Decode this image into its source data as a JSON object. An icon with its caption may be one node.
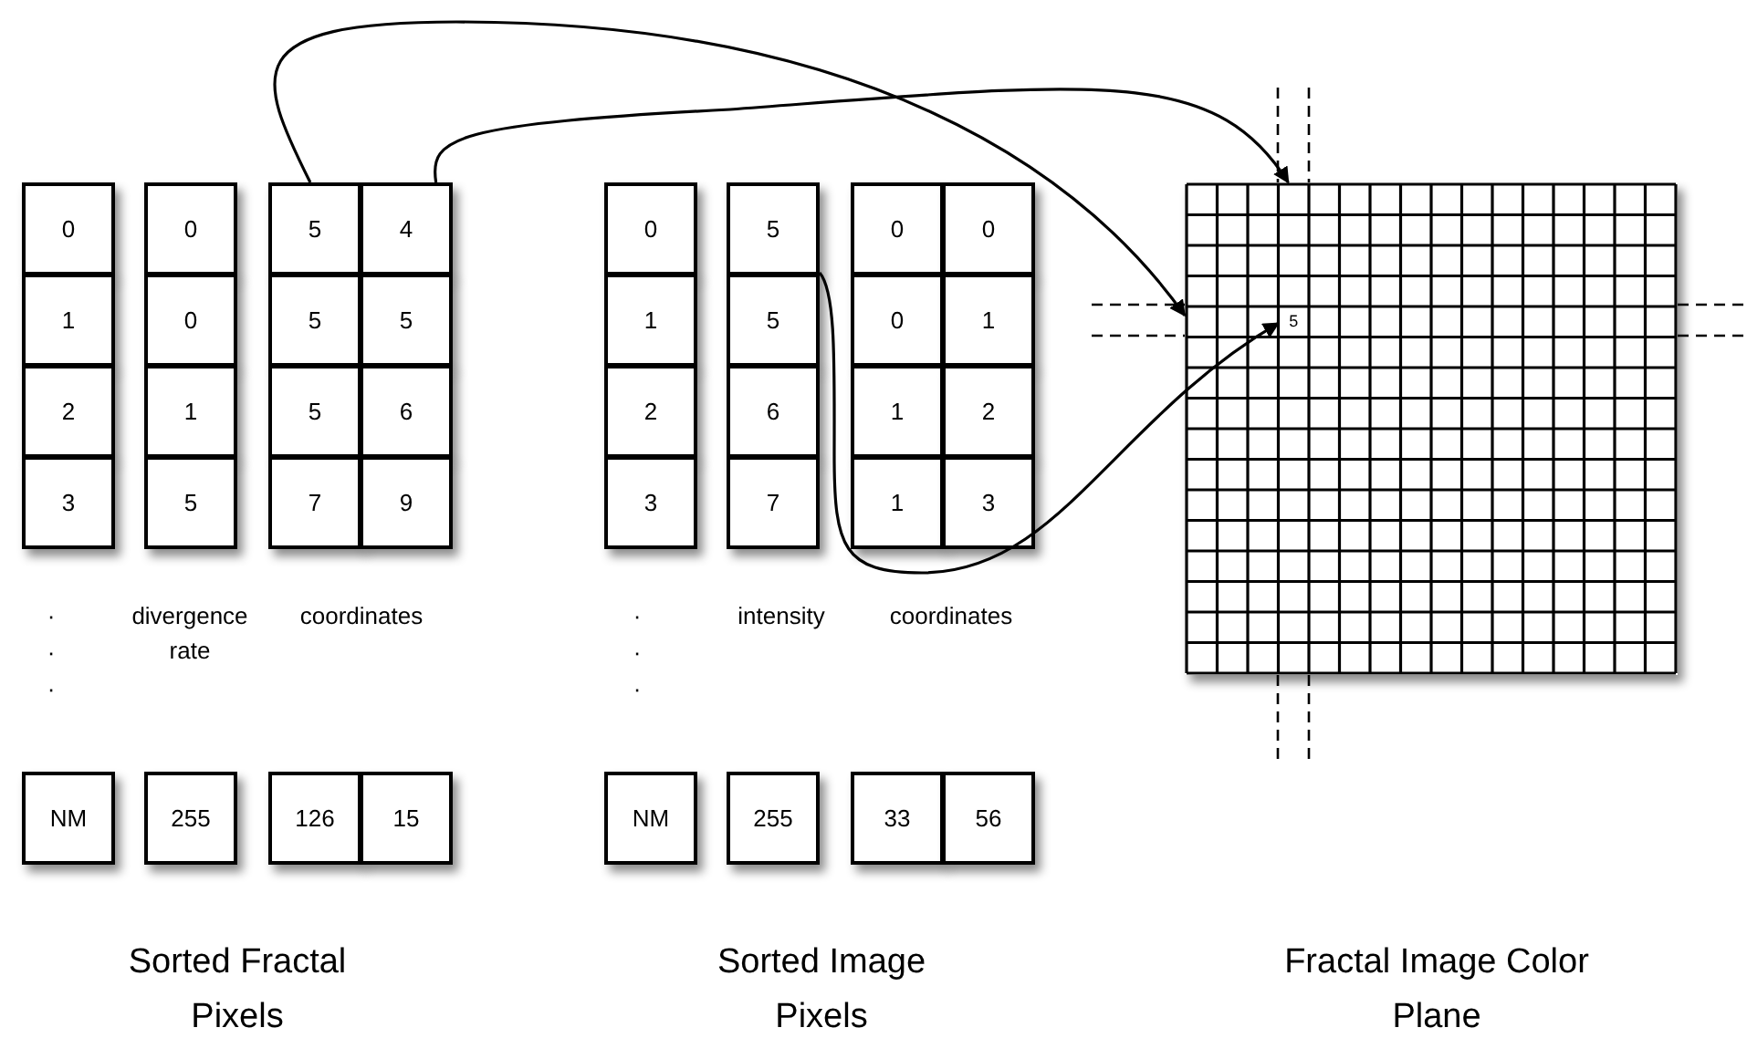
{
  "diagram": {
    "nodes": [
      {
        "text": [
          "0"
        ]
      },
      {
        "text": [
          "0"
        ]
      },
      {
        "text": [
          "5"
        ]
      },
      {
        "text": [
          "4"
        ]
      },
      {
        "text": [
          "1"
        ]
      },
      {
        "text": [
          "0"
        ]
      },
      {
        "text": [
          "5"
        ]
      },
      {
        "text": [
          "5"
        ]
      },
      {
        "text": [
          "2"
        ]
      },
      {
        "text": [
          "1"
        ]
      },
      {
        "text": [
          "5"
        ]
      },
      {
        "text": [
          "6"
        ]
      },
      {
        "text": [
          "3"
        ]
      },
      {
        "text": [
          "5"
        ]
      },
      {
        "text": [
          "7"
        ]
      },
      {
        "text": [
          "9"
        ]
      },
      {
        "text": [
          "NM"
        ]
      },
      {
        "text": [
          "255"
        ]
      },
      {
        "text": [
          "126"
        ]
      },
      {
        "text": [
          "15"
        ]
      },
      {
        "text": [
          "0"
        ]
      },
      {
        "text": [
          "5"
        ]
      },
      {
        "text": [
          "0"
        ]
      },
      {
        "text": [
          "0"
        ]
      },
      {
        "text": [
          "1"
        ]
      },
      {
        "text": [
          "5"
        ]
      },
      {
        "text": [
          "0"
        ]
      },
      {
        "text": [
          "1"
        ]
      },
      {
        "text": [
          "2"
        ]
      },
      {
        "text": [
          "6"
        ]
      },
      {
        "text": [
          "1"
        ]
      },
      {
        "text": [
          "2"
        ]
      },
      {
        "text": [
          "3"
        ]
      },
      {
        "text": [
          "7"
        ]
      },
      {
        "text": [
          "1"
        ]
      },
      {
        "text": [
          "3"
        ]
      },
      {
        "text": [
          "NM"
        ]
      },
      {
        "text": [
          "255"
        ]
      },
      {
        "text": [
          "33"
        ]
      },
      {
        "text": [
          "56"
        ]
      },
      {
        "text": [],
        "shape": "box"
      },
      {
        "text": [
          "5"
        ],
        "in": 40
      }
    ],
    "edges": [
      {
        "from": 2,
        "to": 40,
        "arrow": "to"
      },
      {
        "from": 3,
        "to": 40,
        "arrow": "to"
      },
      {
        "from": 21,
        "to": 41,
        "arrow": "to"
      }
    ],
    "labels": [
      "·",
      "divergence rate",
      "coordinates",
      "·",
      "intensity",
      "coordinates",
      "·",
      "·",
      "·",
      "·",
      "Sorted Fractal Pixels",
      "Sorted Image Pixels",
      "Fractal Image Color Plane"
    ]
  }
}
